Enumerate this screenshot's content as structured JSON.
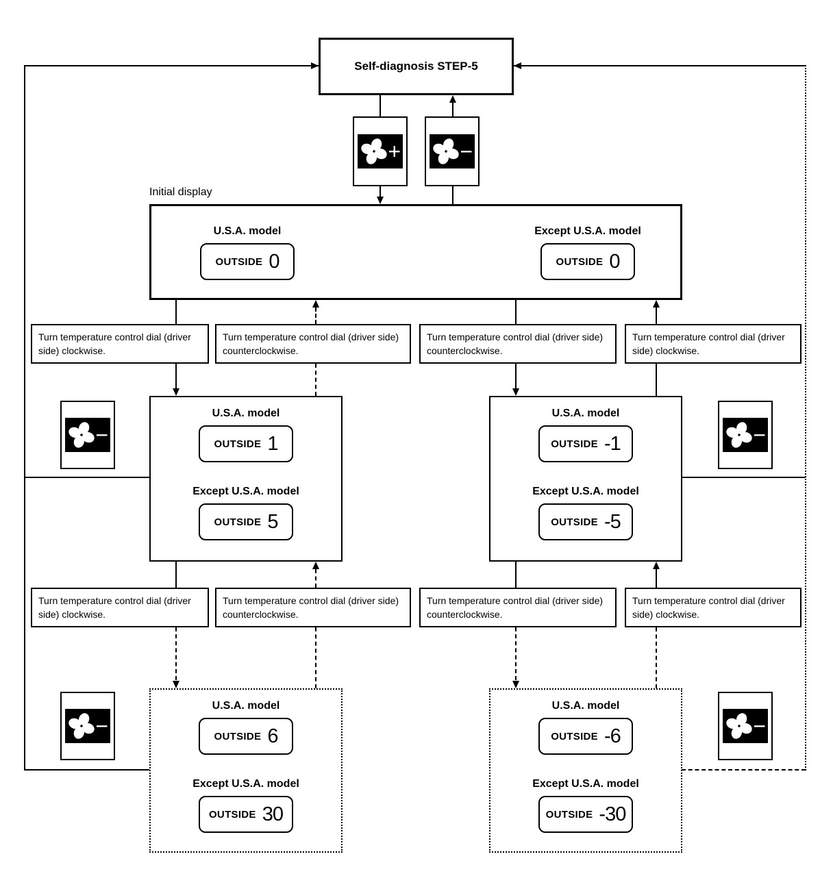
{
  "title": "Self-diagnosis STEP-5",
  "initial_caption": "Initial display",
  "fan": {
    "plus": "+",
    "minus": "−"
  },
  "displays": {
    "initial": {
      "usa": {
        "label": "U.S.A. model",
        "unit": "OUTSIDE",
        "value": "0"
      },
      "except": {
        "label": "Except U.S.A. model",
        "unit": "OUTSIDE",
        "value": "0"
      }
    },
    "mid_left": {
      "usa": {
        "label": "U.S.A. model",
        "unit": "OUTSIDE",
        "value": "1"
      },
      "except": {
        "label": "Except U.S.A. model",
        "unit": "OUTSIDE",
        "value": "5"
      }
    },
    "mid_right": {
      "usa": {
        "label": "U.S.A. model",
        "unit": "OUTSIDE",
        "value": "-1"
      },
      "except": {
        "label": "Except U.S.A. model",
        "unit": "OUTSIDE",
        "value": "-5"
      }
    },
    "bottom_left": {
      "usa": {
        "label": "U.S.A. model",
        "unit": "OUTSIDE",
        "value": "6"
      },
      "except": {
        "label": "Except U.S.A. model",
        "unit": "OUTSIDE",
        "value": "30"
      }
    },
    "bottom_right": {
      "usa": {
        "label": "U.S.A. model",
        "unit": "OUTSIDE",
        "value": "-6"
      },
      "except": {
        "label": "Except U.S.A. model",
        "unit": "OUTSIDE",
        "value": "-30"
      }
    }
  },
  "instruction_rows": {
    "row1": [
      "Turn temperature control dial (driver side) clockwise.",
      "Turn temperature control dial (driver side) counterclockwise.",
      "Turn temperature control dial (driver side) counterclockwise.",
      "Turn temperature control dial (driver side) clockwise."
    ],
    "row2": [
      "Turn temperature control dial (driver side) clockwise.",
      "Turn temperature control dial (driver side) counterclockwise.",
      "Turn temperature control dial (driver side) counterclockwise.",
      "Turn temperature control dial (driver side) clockwise."
    ]
  }
}
